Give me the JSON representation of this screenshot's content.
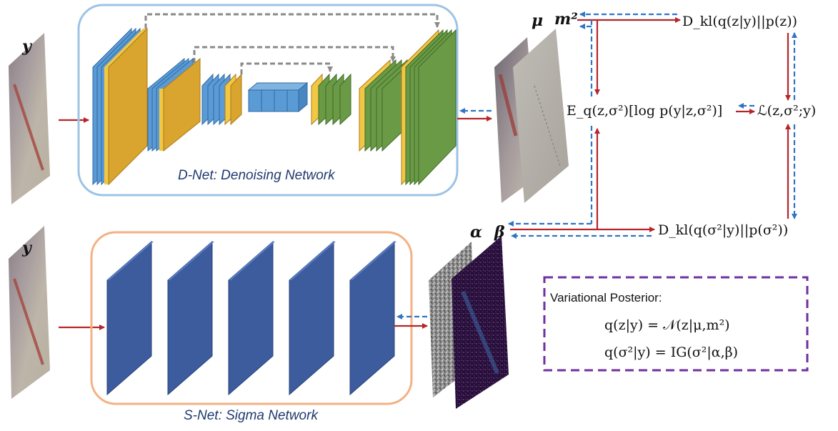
{
  "inputs": {
    "y_top": "y",
    "y_bottom": "y"
  },
  "dnet": {
    "caption": "D-Net: Denoising Network"
  },
  "snet": {
    "caption": "S-Net: Sigma Network"
  },
  "outputs": {
    "mu": "μ",
    "m2": "m²",
    "alpha": "α",
    "beta": "β"
  },
  "terms": {
    "dkl_z": "D_kl(q(z|y)||p(z))",
    "expectation": "E_q(z,σ²)[log p(y|z,σ²)]",
    "elbo": "ℒ(z,σ²;y)",
    "dkl_sigma": "D_kl(q(σ²|y)||p(σ²))"
  },
  "posterior": {
    "title": "Variational Posterior:",
    "eq1": "q(z|y) = 𝒩(z|μ,m²)",
    "eq2": "q(σ²|y) = IG(σ²|α,β)"
  },
  "colors": {
    "forward_arrow": "#b5262a",
    "backward_arrow": "#2e75c4",
    "skip_arrow": "#8a8a8a",
    "dnet_frame": "#9dc3e6",
    "snet_frame": "#f4b183",
    "posterior_frame": "#7030a0",
    "conv_blue": "#5b9bd5",
    "conv_orange": "#d9a52e",
    "conv_green": "#6a9a46",
    "snet_layer": "#3d5c9e"
  }
}
